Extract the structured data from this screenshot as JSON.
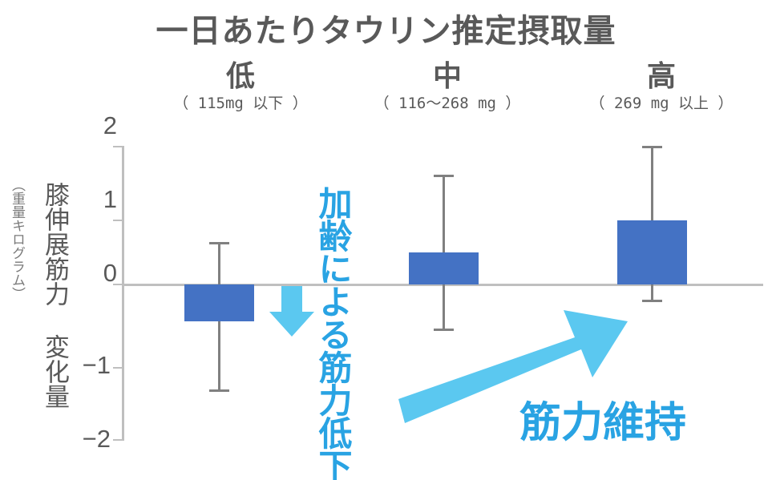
{
  "chart_data": {
    "type": "bar",
    "title": "一日あたりタウリン推定摂取量",
    "xlabel": "",
    "ylabel": "膝伸展筋力 変化量",
    "ylabel_sub": "（重量キログラム）",
    "ylim": [
      -2,
      2
    ],
    "yticks": [
      "2",
      "1",
      "0",
      "-1",
      "-2"
    ],
    "ytick_values": [
      2,
      1,
      0,
      -1,
      -2
    ],
    "grid": false,
    "legend": "none",
    "zero_line": true,
    "categories": [
      "低",
      "中",
      "高"
    ],
    "category_ranges": [
      "（ 115mg 以下 ）",
      "（ 116〜268 mg ）",
      "（ 269 mg 以上 ）"
    ],
    "values": [
      -0.37,
      0.42,
      0.8
    ],
    "error_high": [
      0.28,
      1.45,
      1.85
    ],
    "error_low": [
      -1.4,
      -0.57,
      -0.19
    ],
    "bar_color": "#4472C4",
    "error_bar_color": "#808080",
    "axis_color": "#bfbfbf",
    "text_color": "#595959",
    "annotation_color": "#29A3E3",
    "arrow_color": "#5BC8F0",
    "annotations": [
      {
        "name": "decline-label",
        "text": "加齢による筋力低下"
      },
      {
        "name": "maintain-label",
        "text": "筋力維持"
      }
    ]
  },
  "chart": {
    "title": "一日あたりタウリン推定摂取量",
    "y_axis": {
      "label": "膝伸展筋力 変化量",
      "sublabel": "（重量キログラム）",
      "ticks": [
        {
          "label": "2"
        },
        {
          "label": "1"
        },
        {
          "label": "0"
        },
        {
          "label": "−1"
        },
        {
          "label": "−2"
        }
      ]
    },
    "groups": [
      {
        "name": "低",
        "range": "（ 115mg 以下 ）"
      },
      {
        "name": "中",
        "range": "（ 116〜268 mg ）"
      },
      {
        "name": "高",
        "range": "（ 269 mg 以上 ）"
      }
    ],
    "annotations": {
      "decline": "加齢による筋力低下",
      "maintain": "筋力維持"
    }
  }
}
